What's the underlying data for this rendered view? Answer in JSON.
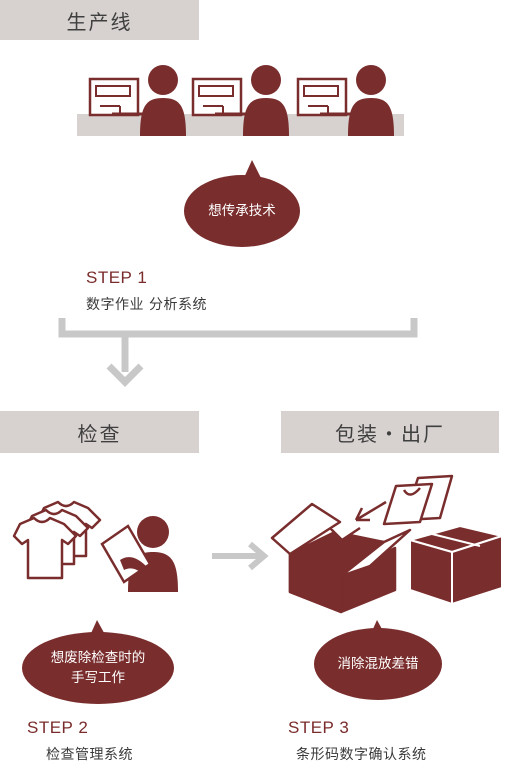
{
  "colors": {
    "accent": "#7a2d2d",
    "header_bg": "#d7d2d0",
    "line_gray": "#c8c8c8"
  },
  "headers": {
    "production_line": "生产线",
    "inspection": "检查",
    "packaging": "包装・出厂"
  },
  "bubbles": {
    "pass_on_skills": "想传承技术",
    "no_handwriting_line1": "想废除检查时的",
    "no_handwriting_line2": "手写工作",
    "eliminate_errors": "消除混放差错"
  },
  "steps": [
    {
      "label": "STEP 1",
      "desc": "数字作业 分析系统"
    },
    {
      "label": "STEP 2",
      "desc": "检查管理系统"
    },
    {
      "label": "STEP 3",
      "desc": "条形码数字确认系统"
    }
  ],
  "icons": {
    "sewing_station": "sewing-machine-worker-icon",
    "shirts": "tshirt-stack-icon",
    "inspector": "worker-with-tablet-icon",
    "open_box": "open-box-icon",
    "closed_box": "closed-box-icon",
    "arrow_down": "arrow-down-icon",
    "arrow_right": "arrow-right-icon"
  }
}
